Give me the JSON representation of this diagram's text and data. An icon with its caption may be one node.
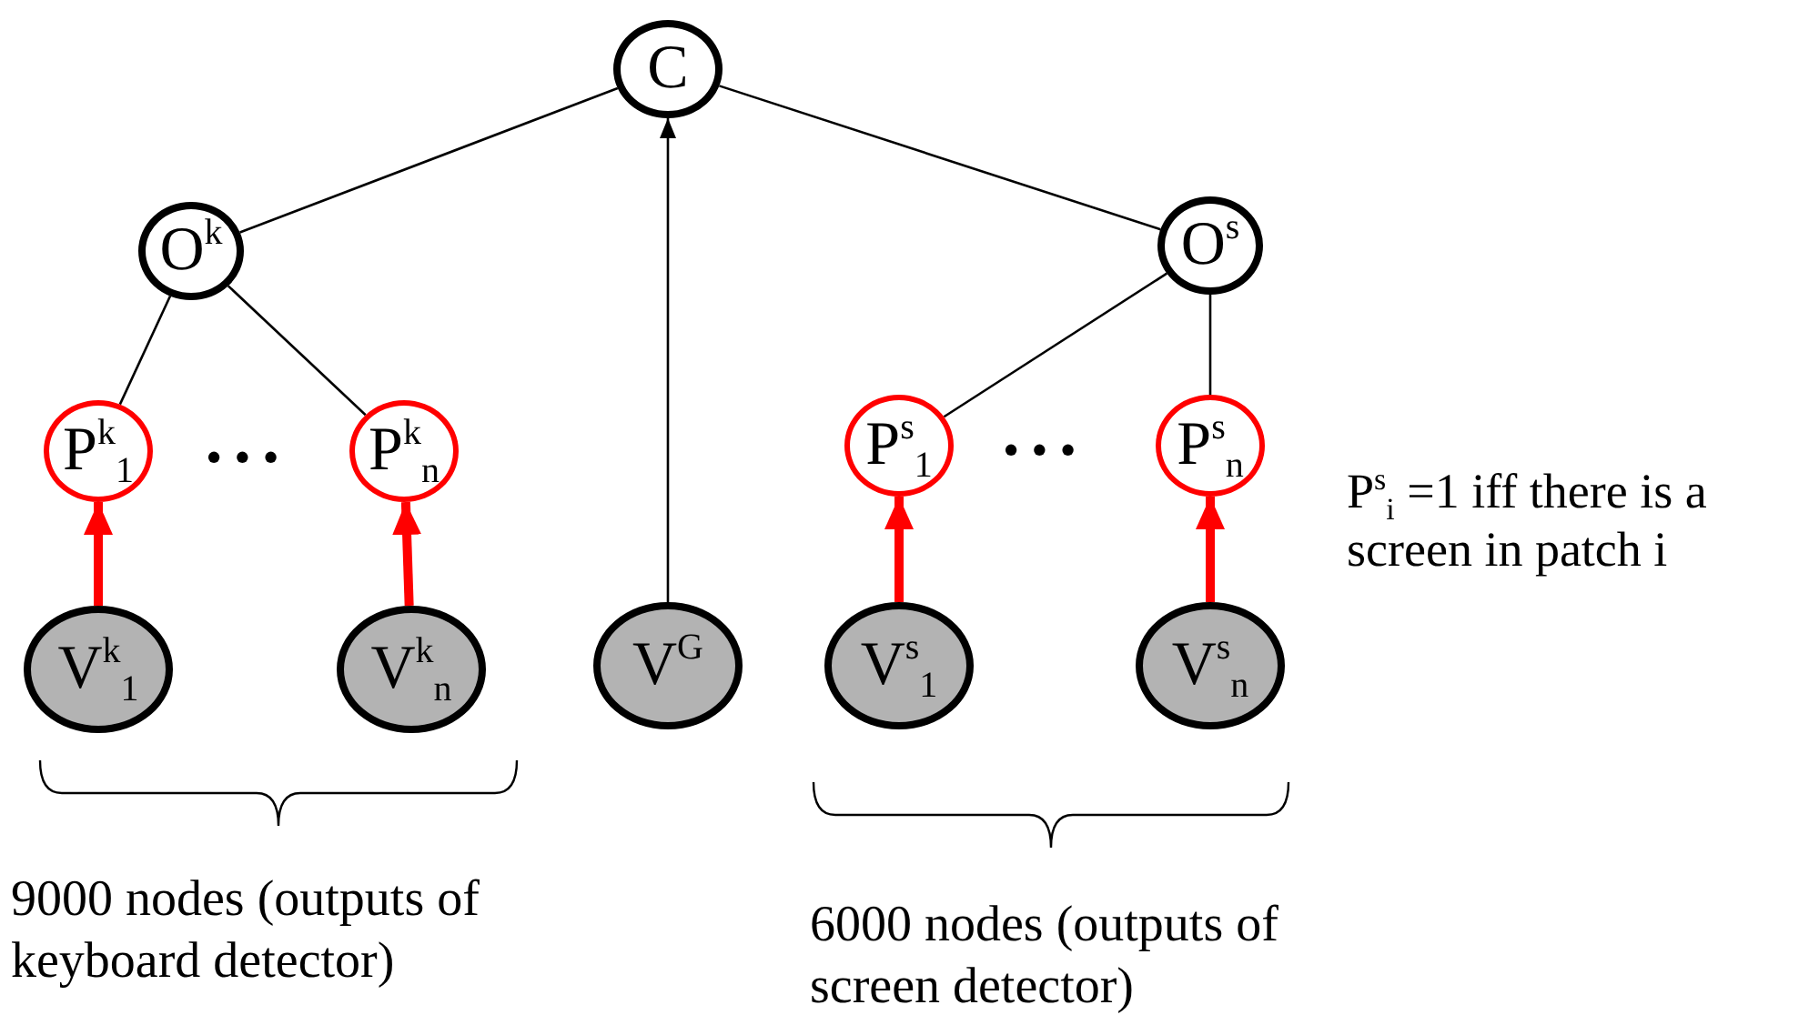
{
  "diagram": {
    "nodes": [
      {
        "text": [
          "C"
        ]
      },
      {
        "text": [
          "O$^{k}$"
        ]
      },
      {
        "text": [
          "O$^{s}$"
        ]
      },
      {
        "text": [
          "P$^{k}$$_{1}$"
        ]
      },
      {
        "text": [
          "P$^{k}$$_{n}$"
        ]
      },
      {
        "text": [
          "P$^{s}$$_{1}$"
        ]
      },
      {
        "text": [
          "P$^{s}$$_{n}$"
        ]
      },
      {
        "text": [
          "V$^{k}$$_{1}$"
        ]
      },
      {
        "text": [
          "V$^{k}$$_{n}$"
        ]
      },
      {
        "text": [
          "V$^{G}$"
        ]
      },
      {
        "text": [
          "V$^{s}$$_{1}$"
        ]
      },
      {
        "text": [
          "V$^{s}$$_{n}$"
        ]
      }
    ],
    "edges": [
      {
        "from": 1,
        "to": 0,
        "arrow": "none"
      },
      {
        "from": 9,
        "to": 0,
        "arrow": "to"
      },
      {
        "from": 2,
        "to": 0,
        "arrow": "none"
      },
      {
        "from": 3,
        "to": 1,
        "arrow": "none"
      },
      {
        "from": 4,
        "to": 1,
        "arrow": "none"
      },
      {
        "from": 5,
        "to": 2,
        "arrow": "none"
      },
      {
        "from": 6,
        "to": 2,
        "arrow": "none"
      },
      {
        "from": 7,
        "to": 3,
        "arrow": "to",
        "style": "thick",
        "color": "#ff0000"
      },
      {
        "from": 8,
        "to": 4,
        "arrow": "to",
        "style": "thick",
        "color": "#ff0000"
      },
      {
        "from": 10,
        "to": 5,
        "arrow": "to",
        "style": "thick",
        "color": "#ff0000"
      },
      {
        "from": 11,
        "to": 6,
        "arrow": "to",
        "style": "thick",
        "color": "#ff0000"
      }
    ],
    "labels": [
      "• • •",
      "• • •",
      "P$^{s}$$_{i}$ =1 iff there is a screen in patch i",
      "9000 nodes (outputs of keyboard detector)",
      "6000 nodes (outputs of screen detector)"
    ]
  }
}
